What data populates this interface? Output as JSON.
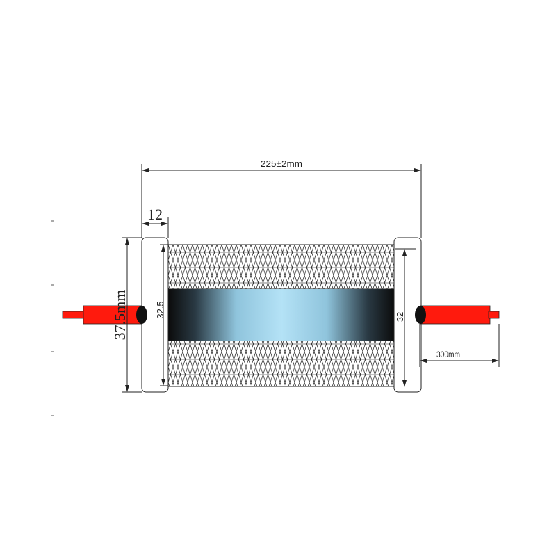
{
  "dimensions": {
    "overall_length": "225±2mm",
    "cap_width": "12",
    "cap_height": "37.5mm",
    "body_height_left": "32.5",
    "body_height_right": "32",
    "wire_length": "300mm"
  },
  "colors": {
    "wire": "#ff1a0d",
    "wire_end": "#111111",
    "band_dark": "#0b0b0b",
    "band_light": "#aee0f5",
    "line": "#222222"
  }
}
